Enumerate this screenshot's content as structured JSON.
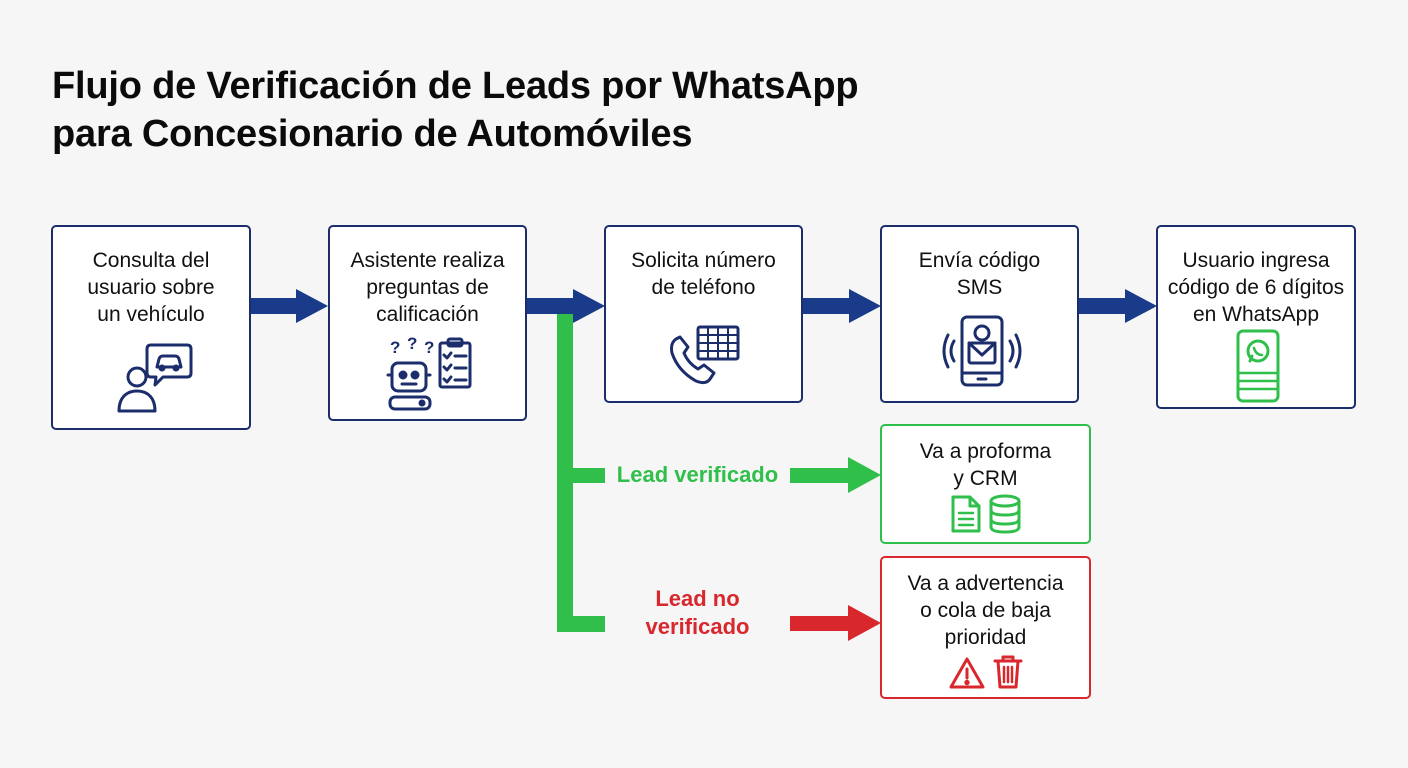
{
  "title": {
    "line1": "Flujo de Verificación de Leads por WhatsApp",
    "line2": "para Concesionario de Automóviles"
  },
  "steps": [
    {
      "text": "Consulta del\nusuario sobre\nun vehículo",
      "icon": "user-chat-car-icon"
    },
    {
      "text": "Asistente realiza\npreguntas de\ncalificación",
      "icon": "robot-checklist-icon"
    },
    {
      "text": "Solicita número\nde teléfono",
      "icon": "phone-keypad-icon"
    },
    {
      "text": "Envía código\nSMS",
      "icon": "smartphone-sms-icon"
    },
    {
      "text": "Usuario ingresa\ncódigo de 6 dígitos\nen WhatsApp",
      "icon": "whatsapp-phone-icon"
    }
  ],
  "outcomes": {
    "verified": {
      "label": "Lead verificado",
      "text": "Va a proforma\ny CRM",
      "icons": [
        "document-icon",
        "database-icon"
      ]
    },
    "not_verified": {
      "label": "Lead no\nverificado",
      "text": "Va a advertencia\no cola de baja\nprioridad",
      "icons": [
        "warning-icon",
        "trash-icon"
      ]
    }
  },
  "colors": {
    "navy": "#1b2d6b",
    "arrow": "#1a3a8a",
    "green": "#2fbf4a",
    "red": "#d9272e"
  }
}
